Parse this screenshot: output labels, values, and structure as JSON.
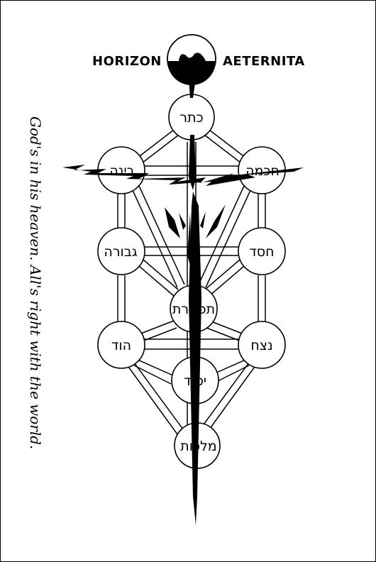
{
  "heading": {
    "left": "HORIZON",
    "right": "AETERNITA"
  },
  "motto": "God's in his heaven. All's right with the world.",
  "sephirot": {
    "keter": "כתר",
    "binah": "בינה",
    "chokmah": "חכמה",
    "gevurah": "גבורה",
    "chesed": "חסד",
    "tiferet": "תפארת",
    "hod": "הוד",
    "netzach": "נצח",
    "yesod": "יסוד",
    "malkuth": "מלכות"
  },
  "colors": {
    "ink": "#000000",
    "paper": "#ffffff"
  }
}
